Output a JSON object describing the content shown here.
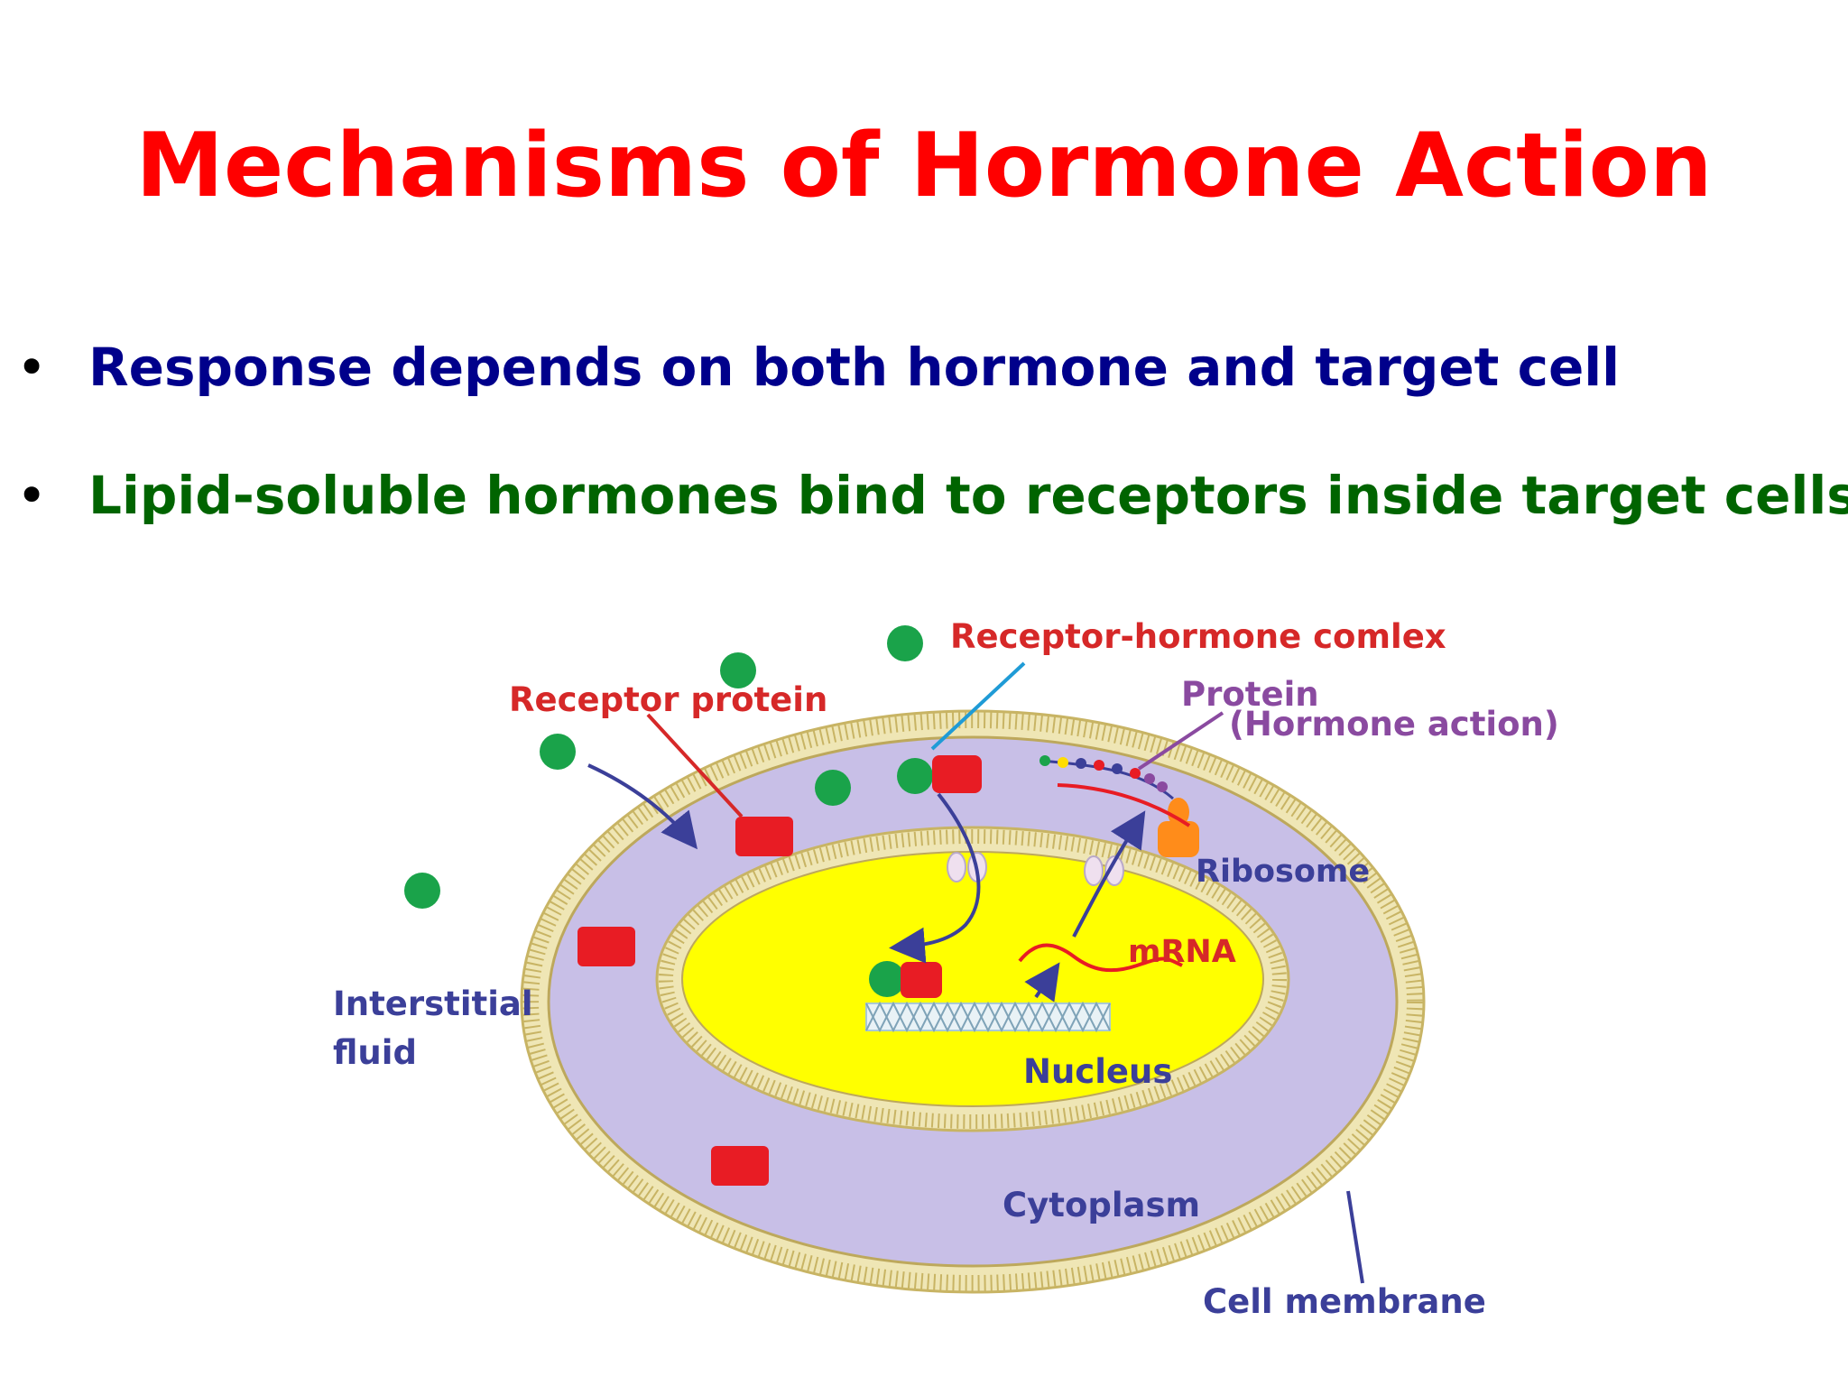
{
  "slide": {
    "title": "Mechanisms of Hormone Action",
    "bullets": [
      "Response depends on both hormone and target cell",
      "Lipid-soluble hormones bind to receptors inside target cells"
    ]
  },
  "diagram": {
    "labels": {
      "receptor_hormone_complex": "Receptor-hormone comlex",
      "receptor_protein": "Receptor protein",
      "protein": "Protein",
      "hormone_action": "(Hormone action)",
      "ribosome": "Ribosome",
      "mrna": "mRNA",
      "interstitial_fluid_1": "Interstitial",
      "interstitial_fluid_2": "fluid",
      "nucleus": "Nucleus",
      "cytoplasm": "Cytoplasm",
      "cell_membrane": "Cell membrane"
    }
  },
  "colors": {
    "title": "#ff0000",
    "bullet_1": "#00008b",
    "bullet_2": "#006400",
    "red_label": "#d62828",
    "blue_label": "#3b3f99",
    "purple_label": "#8a4aa0",
    "cytoplasm": "#c8bfe7",
    "nucleus": "#ffff00",
    "membrane": "#d8c77a",
    "hormone": "#1aa34a",
    "receptor": "#e81c24",
    "ribosome": "#ff8c1a"
  }
}
